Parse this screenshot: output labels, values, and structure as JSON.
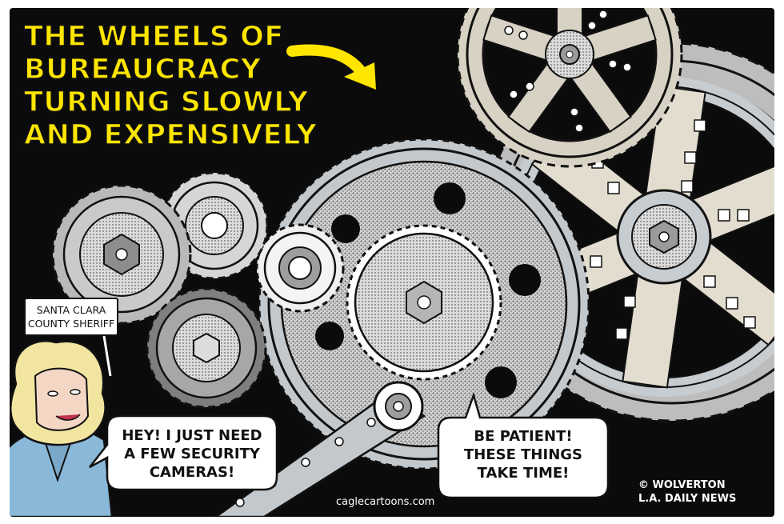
{
  "headline": {
    "lines": [
      "THE WHEELS OF",
      "BUREAUCRACY",
      "TURNING SLOWLY",
      "AND EXPENSIVELY"
    ]
  },
  "caption": {
    "lines": [
      "SANTA CLARA",
      "COUNTY SHERIFF"
    ]
  },
  "sheriff_balloon": {
    "lines": [
      "HEY! I JUST NEED",
      "A FEW SECURITY",
      "CAMERAS!"
    ]
  },
  "gears_balloon": {
    "lines": [
      "BE PATIENT!",
      "THESE THINGS",
      "TAKE TIME!"
    ]
  },
  "credit": {
    "lines": [
      "© WOLVERTON",
      "L.A. DAILY NEWS"
    ]
  },
  "site": "caglecartoons.com",
  "colors": {
    "background": "#0b0b0b",
    "headline": "#ffe600",
    "gear_light": "#d8d2c4",
    "gear_grey": "#b9b9b9",
    "gear_blue": "#c3c8cc",
    "hair": "#f1e5a0",
    "shirt": "#8ab8d8",
    "skin": "#f4d6c5"
  }
}
